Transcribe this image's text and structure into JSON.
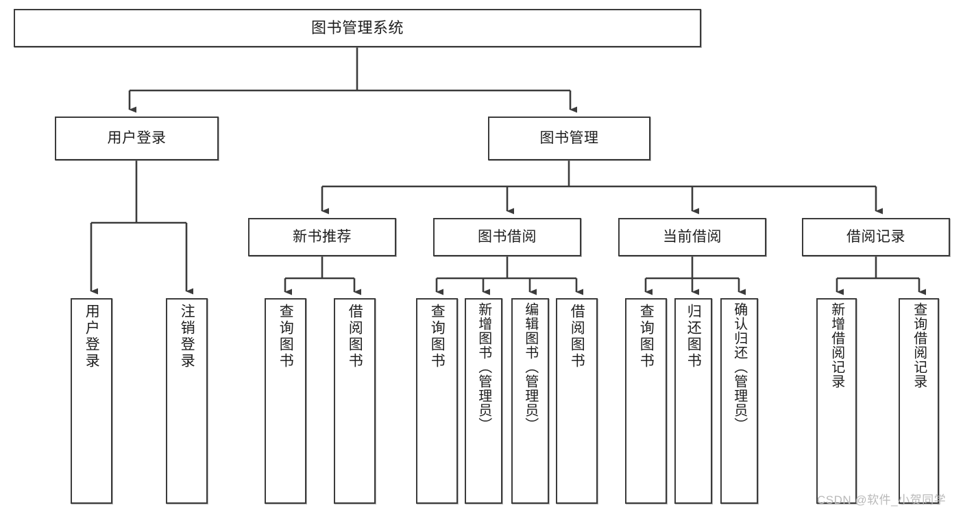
{
  "diagram": {
    "title": "图书管理系统",
    "type": "hierarchy-tree",
    "orientation": "top-down",
    "colors": {
      "box_border": "#3b3b3b",
      "box_fill": "#ffffff",
      "connector": "#3b3b3b",
      "text": "#1d1d1d",
      "watermark": "#b9b9b9",
      "background": "#ffffff"
    },
    "root": {
      "label": "图书管理系统"
    },
    "level2": [
      {
        "label": "用户登录"
      },
      {
        "label": "图书管理"
      }
    ],
    "level3": [
      {
        "label": "新书推荐"
      },
      {
        "label": "图书借阅"
      },
      {
        "label": "当前借阅"
      },
      {
        "label": "借阅记录"
      }
    ],
    "leaves": {
      "user_login": [
        {
          "label": "用户登录"
        },
        {
          "label": "注销登录"
        }
      ],
      "new_book_recommend": [
        {
          "label": "查询图书"
        },
        {
          "label": "借阅图书"
        }
      ],
      "book_borrow": [
        {
          "label": "查询图书"
        },
        {
          "label": "新增图书（管理员）"
        },
        {
          "label": "编辑图书（管理员）"
        },
        {
          "label": "借阅图书"
        }
      ],
      "current_borrow": [
        {
          "label": "查询图书"
        },
        {
          "label": "归还图书"
        },
        {
          "label": "确认归还（管理员）"
        }
      ],
      "borrow_records": [
        {
          "label": "新增借阅记录"
        },
        {
          "label": "查询借阅记录"
        }
      ]
    }
  },
  "watermark": {
    "text": "CSDN @软件_小贺同学"
  }
}
